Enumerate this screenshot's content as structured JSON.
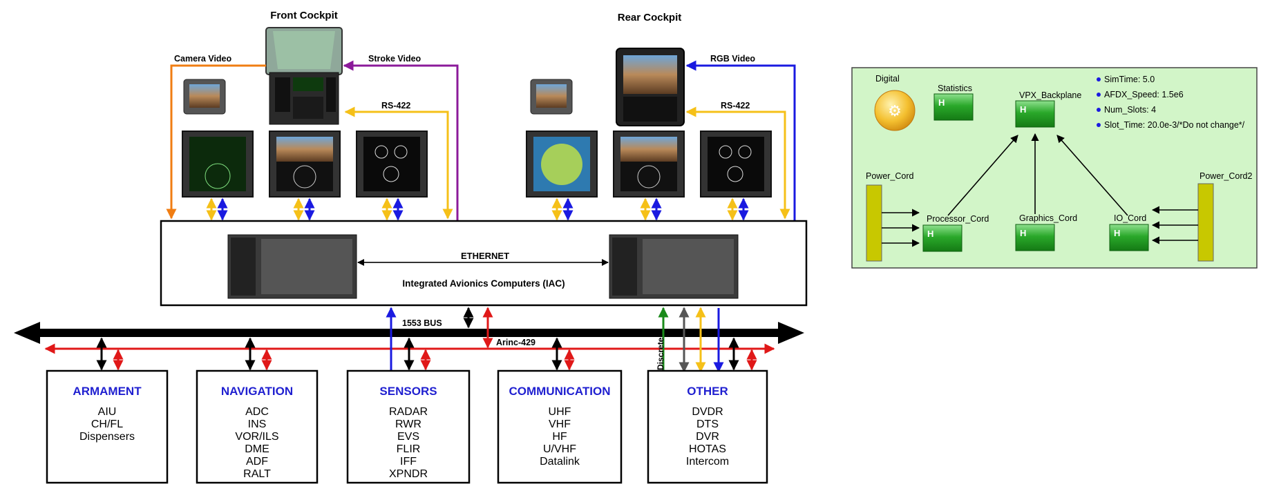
{
  "left_diagram": {
    "front_cockpit_title": "Front Cockpit",
    "rear_cockpit_title": "Rear Cockpit",
    "signals": {
      "camera_video": "Camera Video",
      "stroke_video": "Stroke Video",
      "rgb_video": "RGB Video",
      "rs422_front": "RS-422",
      "rs422_rear": "RS-422"
    },
    "iac": {
      "ethernet": "ETHERNET",
      "title": "Integrated Avionics Computers (IAC)"
    },
    "buses": {
      "bus_1553": "1553 BUS",
      "arinc": "Arinc-429",
      "discrete": "Discrete"
    },
    "subsystems": [
      {
        "title": "ARMAMENT",
        "items": [
          "AIU",
          "CH/FL",
          "Dispensers"
        ]
      },
      {
        "title": "NAVIGATION",
        "items": [
          "ADC",
          "INS",
          "VOR/ILS",
          "DME",
          "ADF",
          "RALT"
        ]
      },
      {
        "title": "SENSORS",
        "items": [
          "RADAR",
          "RWR",
          "EVS",
          "FLIR",
          "IFF",
          "XPNDR"
        ]
      },
      {
        "title": "COMMUNICATION",
        "items": [
          "UHF",
          "VHF",
          "HF",
          "U/VHF",
          "Datalink"
        ]
      },
      {
        "title": "OTHER",
        "items": [
          "DVDR",
          "DTS",
          "DVR",
          "HOTAS",
          "Intercom"
        ]
      }
    ]
  },
  "right_panel": {
    "digital": "Digital",
    "statistics": "Statistics",
    "vpx_backplane": "VPX_Backplane",
    "processor_cord": "Processor_Cord",
    "graphics_cord": "Graphics_Cord",
    "io_cord": "IO_Cord",
    "power_cord": "Power_Cord",
    "power_cord2": "Power_Cord2",
    "block_letter": "H",
    "params": [
      "SimTime: 5.0",
      "AFDX_Speed: 1.5e6",
      "Num_Slots: 4",
      "Slot_Time: 20.0e-3/*Do not change*/"
    ]
  },
  "colors": {
    "orange": "#f07d12",
    "purple": "#8b1a9a",
    "blue": "#1a1ae0",
    "yellow": "#f5c018",
    "red": "#e01818",
    "green": "#1a8a1a",
    "category_blue": "#1f1fd0",
    "panel_bg": "#d2f5c8",
    "block_green": "#2aa82a",
    "power_yellow": "#c8c800"
  }
}
